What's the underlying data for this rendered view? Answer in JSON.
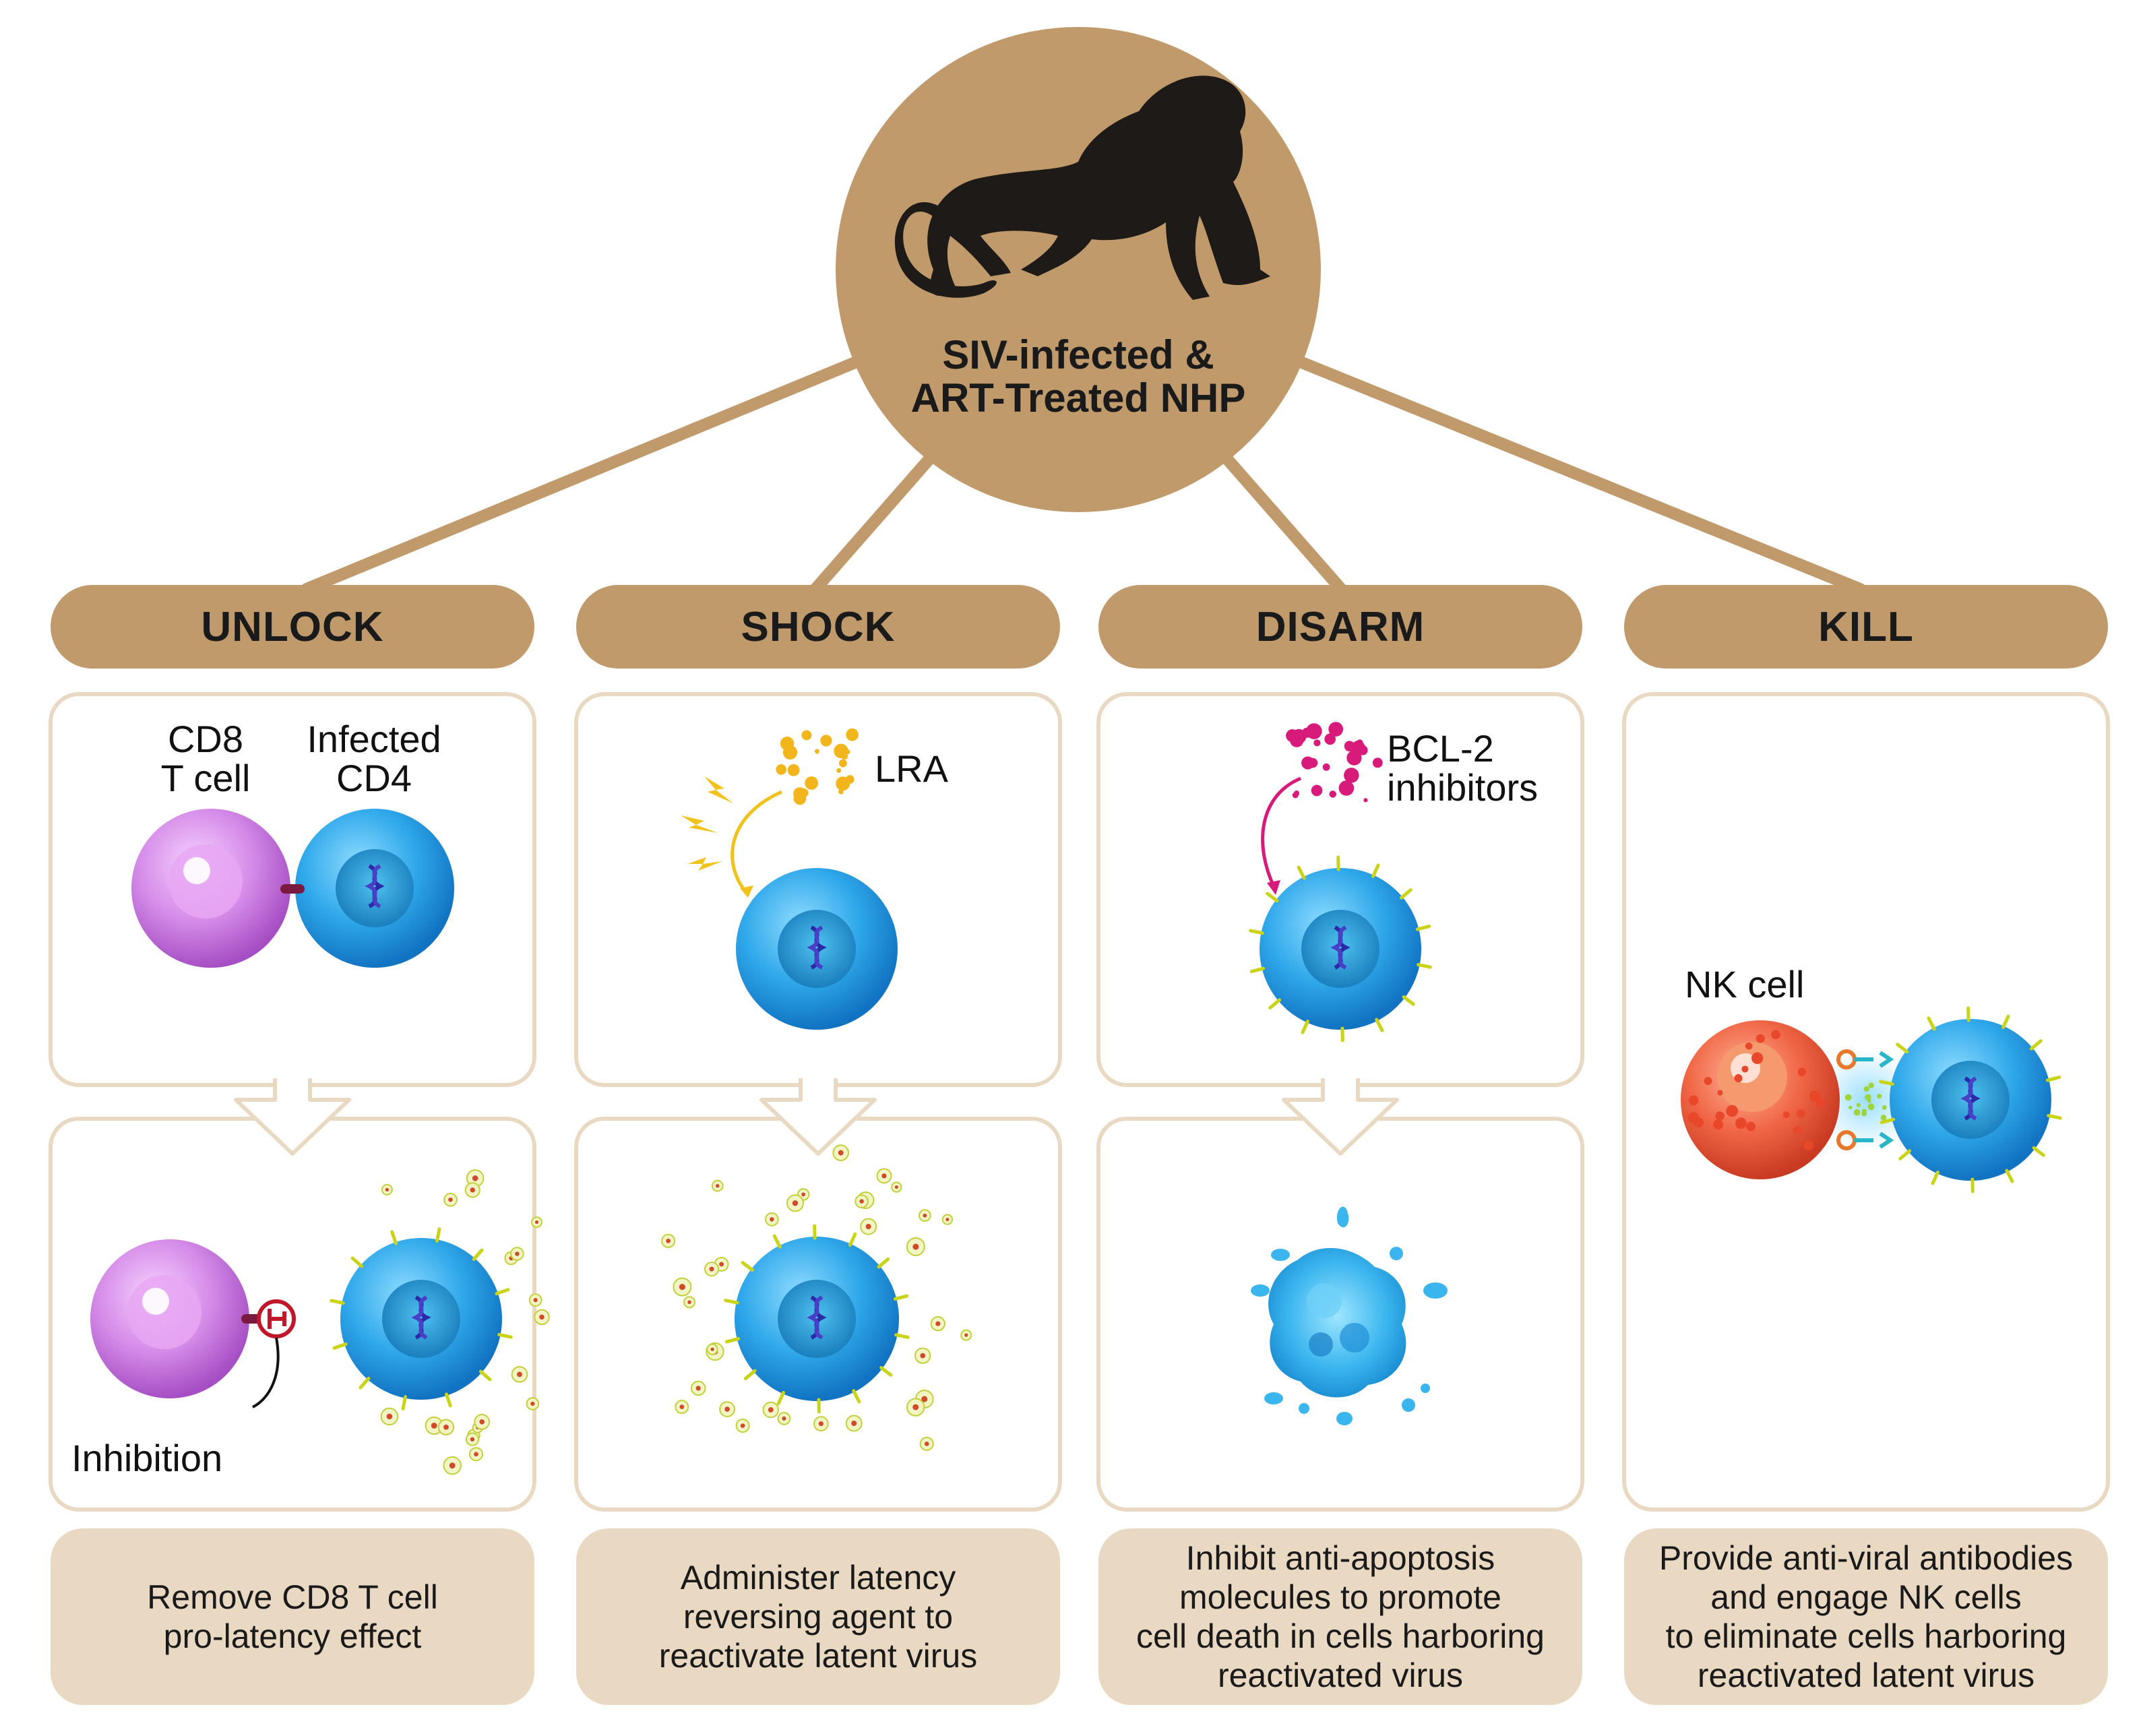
{
  "center": {
    "title_line1": "SIV-infected &",
    "title_line2": "ART-Treated NHP",
    "icon": "monkey-silhouette-icon"
  },
  "colors": {
    "accent_brown": "#c19a6b",
    "light_tan": "#ead9c2",
    "panel_border": "#ead9c2",
    "cd8_purple": "#d27fe6",
    "cd4_blue": "#29a4e6",
    "nk_red": "#ee5a3c",
    "lra_yellow": "#f2b51c",
    "bcl2_magenta": "#d81b7a"
  },
  "columns": [
    {
      "id": "unlock",
      "header": "UNLOCK",
      "description": "Remove CD8 T cell\npro-latency effect",
      "labels": {
        "cd8_line1": "CD8",
        "cd8_line2": "T cell",
        "cd4_line1": "Infected",
        "cd4_line2": "CD4",
        "inhibition": "Inhibition"
      }
    },
    {
      "id": "shock",
      "header": "SHOCK",
      "description": "Administer latency\nreversing agent to\nreactivate latent virus",
      "labels": {
        "lra": "LRA"
      }
    },
    {
      "id": "disarm",
      "header": "DISARM",
      "description": "Inhibit anti-apoptosis\nmolecules to promote\ncell death in cells harboring\nreactivated virus",
      "labels": {
        "bcl2_line1": "BCL-2",
        "bcl2_line2": "inhibitors"
      }
    },
    {
      "id": "kill",
      "header": "KILL",
      "description": "Provide anti-viral antibodies\nand engage NK cells\nto eliminate cells harboring\nreactivated latent virus",
      "labels": {
        "nk": "NK cell"
      }
    }
  ]
}
